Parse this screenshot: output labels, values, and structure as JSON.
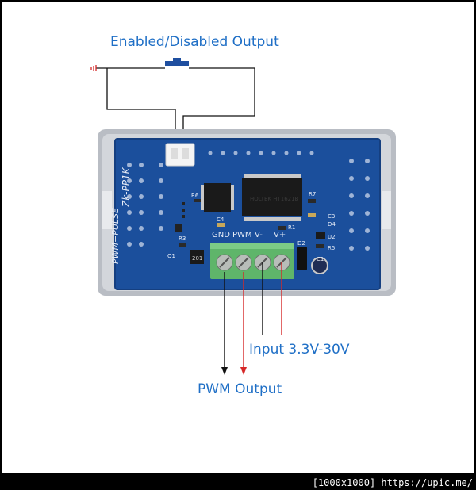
{
  "labels": {
    "enable_output": "Enabled/Disabled Output",
    "input_range": "Input 3.3V-30V",
    "pwm_output": "PWM Output"
  },
  "board": {
    "model_text": "Zk-PP1K",
    "function_text": "PWM+PULSE",
    "pin_labels": [
      "GND",
      "PWM",
      "V-",
      "V+"
    ],
    "chip_text": "HOLTEK HT1621B",
    "components": [
      "R6",
      "R3",
      "Q1",
      "201",
      "C4",
      "R1",
      "D2",
      "R7",
      "C3",
      "D4",
      "U2",
      "R5",
      "C1"
    ]
  },
  "footer": {
    "text": "[1000x1000] https://upic.me/"
  },
  "colors": {
    "label_blue": "#1f6fc6",
    "pcb_blue": "#1b4f9c",
    "terminal_green": "#5fb56a",
    "wire_red": "#d62828",
    "wire_black": "#111111"
  }
}
